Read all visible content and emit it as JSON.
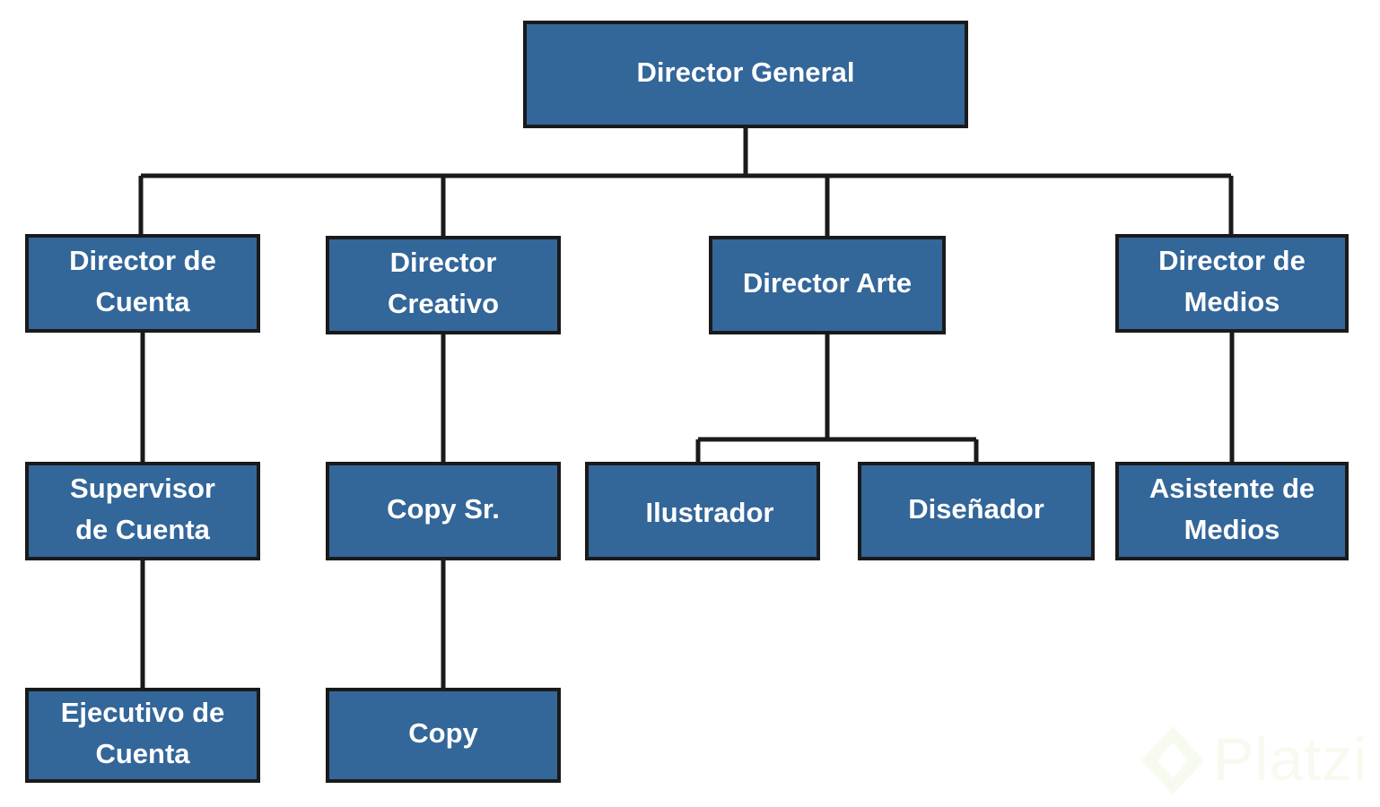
{
  "colors": {
    "box_fill": "#336699",
    "box_border": "#1a1a1a",
    "line": "#1a1a1a",
    "text": "#ffffff",
    "watermark": "#98ca3f"
  },
  "nodes": [
    {
      "id": "director-general",
      "lines": [
        "Director General"
      ],
      "parent": null
    },
    {
      "id": "director-cuenta",
      "lines": [
        "Director de",
        "Cuenta"
      ],
      "parent": "director-general"
    },
    {
      "id": "director-creativo",
      "lines": [
        "Director",
        "Creativo"
      ],
      "parent": "director-general"
    },
    {
      "id": "director-arte",
      "lines": [
        "Director Arte"
      ],
      "parent": "director-general"
    },
    {
      "id": "director-medios",
      "lines": [
        "Director de",
        "Medios"
      ],
      "parent": "director-general"
    },
    {
      "id": "supervisor-cuenta",
      "lines": [
        "Supervisor",
        "de Cuenta"
      ],
      "parent": "director-cuenta"
    },
    {
      "id": "copy-sr",
      "lines": [
        "Copy Sr."
      ],
      "parent": "director-creativo"
    },
    {
      "id": "ilustrador",
      "lines": [
        "Ilustrador"
      ],
      "parent": "director-arte"
    },
    {
      "id": "disenador",
      "lines": [
        "Diseñador"
      ],
      "parent": "director-arte"
    },
    {
      "id": "asistente-medios",
      "lines": [
        "Asistente de",
        "Medios"
      ],
      "parent": "director-medios"
    },
    {
      "id": "ejecutivo-cuenta",
      "lines": [
        "Ejecutivo de",
        "Cuenta"
      ],
      "parent": "supervisor-cuenta"
    },
    {
      "id": "copy",
      "lines": [
        "Copy"
      ],
      "parent": "copy-sr"
    }
  ],
  "watermark": {
    "text": "Platzi",
    "icon": "platzi-logo-icon"
  }
}
